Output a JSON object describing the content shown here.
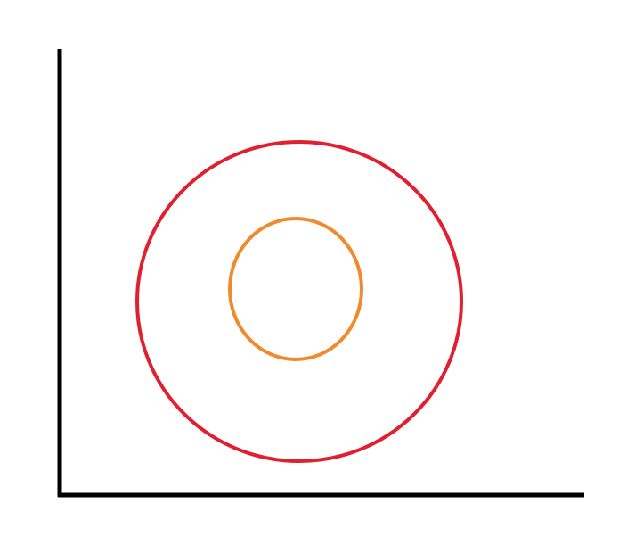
{
  "diagram": {
    "background_color": "#ffffff",
    "axes": {
      "color": "#000000",
      "shape": "L-shaped corner (vertical left axis + horizontal bottom axis)"
    },
    "shapes": [
      {
        "id": "outer-circle",
        "type": "circle-outline",
        "stroke_color": "#e0202e"
      },
      {
        "id": "inner-circle",
        "type": "circle-outline",
        "stroke_color": "#f08a2e"
      }
    ]
  }
}
